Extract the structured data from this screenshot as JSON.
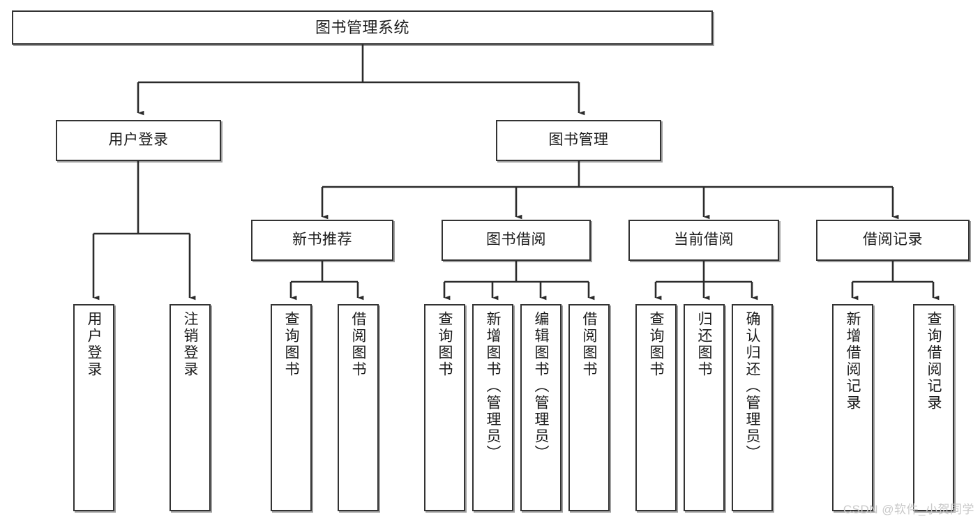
{
  "diagram": {
    "title": "图书管理系统",
    "type": "tree-hierarchy-chart",
    "colors": {
      "box_border": "#333333",
      "box_fill": "#ffffff",
      "edge": "#333333",
      "text": "#1b1b1b",
      "watermark": "#c9c9c9"
    },
    "watermark": "CSDN @软件_小贺同学",
    "nodes": {
      "root": {
        "label": "图书管理系统"
      },
      "level2": [
        {
          "id": "user-login",
          "label": "用户登录"
        },
        {
          "id": "book-management",
          "label": "图书管理"
        }
      ],
      "level3": [
        {
          "id": "new-book-recommend",
          "label": "新书推荐"
        },
        {
          "id": "book-borrow",
          "label": "图书借阅"
        },
        {
          "id": "current-borrow",
          "label": "当前借阅"
        },
        {
          "id": "borrow-record",
          "label": "借阅记录"
        }
      ],
      "leaves": {
        "user_login": [
          {
            "id": "leaf-user-login",
            "label": "用户登录"
          },
          {
            "id": "leaf-logout-login",
            "label": "注销登录"
          }
        ],
        "new_book_recommend": [
          {
            "id": "leaf-query-book-1",
            "label": "查询图书"
          },
          {
            "id": "leaf-borrow-book-1",
            "label": "借阅图书"
          }
        ],
        "book_borrow": [
          {
            "id": "leaf-query-book-2",
            "label": "查询图书"
          },
          {
            "id": "leaf-add-book-admin",
            "label": "新增图书（管理员）"
          },
          {
            "id": "leaf-edit-book-admin",
            "label": "编辑图书（管理员）"
          },
          {
            "id": "leaf-borrow-book-2",
            "label": "借阅图书"
          }
        ],
        "current_borrow": [
          {
            "id": "leaf-query-book-3",
            "label": "查询图书"
          },
          {
            "id": "leaf-return-book",
            "label": "归还图书"
          },
          {
            "id": "leaf-confirm-return-admin",
            "label": "确认归还（管理员）"
          }
        ],
        "borrow_record": [
          {
            "id": "leaf-add-borrow-record",
            "label": "新增借阅记录"
          },
          {
            "id": "leaf-query-borrow-record",
            "label": "查询借阅记录"
          }
        ]
      }
    }
  }
}
